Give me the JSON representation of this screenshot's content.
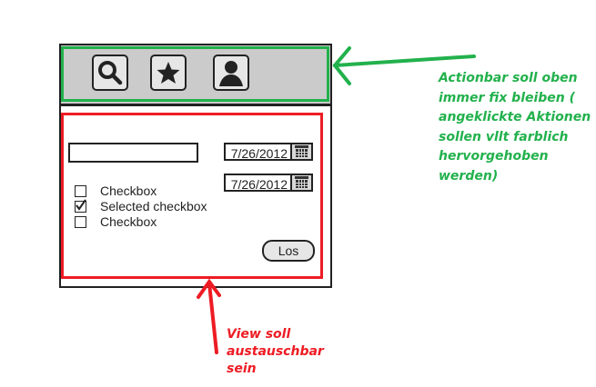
{
  "actionbar": {
    "icons": [
      "search-icon",
      "star-icon",
      "user-icon"
    ]
  },
  "view": {
    "text_input": {
      "value": ""
    },
    "date1": "7/26/2012",
    "date2": "7/26/2012",
    "checkboxes": [
      {
        "label": "Checkbox",
        "checked": false
      },
      {
        "label": "Selected checkbox",
        "checked": true
      },
      {
        "label": "Checkbox",
        "checked": false
      }
    ],
    "submit_label": "Los"
  },
  "annotations": {
    "green": {
      "lines": [
        "Actionbar soll oben",
        "immer fix bleiben (",
        "angeklickte Aktionen",
        "sollen vllt farblich",
        "hervorgehoben",
        "werden)"
      ],
      "color": "#22b14c"
    },
    "red": {
      "lines": [
        "View soll",
        "austauschbar",
        "sein"
      ],
      "color": "#ed1c24"
    }
  }
}
